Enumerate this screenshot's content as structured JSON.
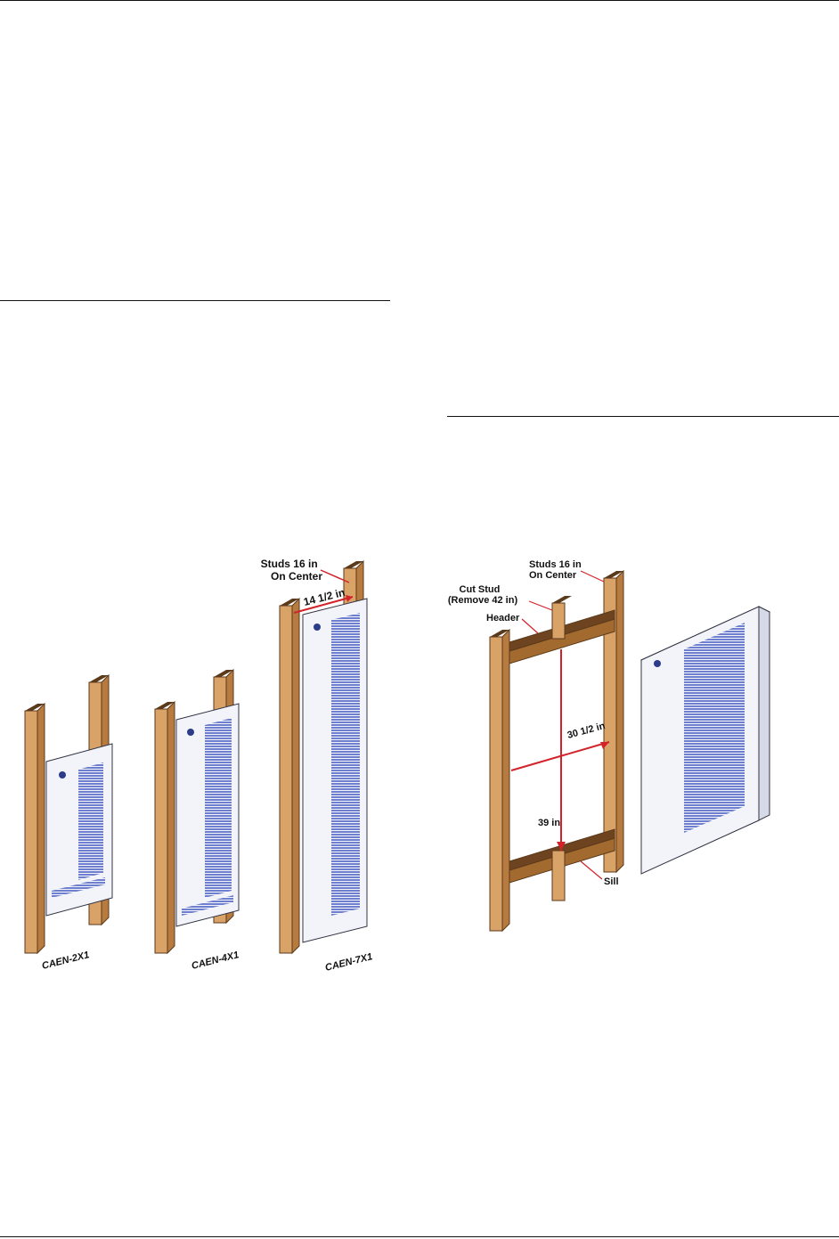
{
  "figure_left": {
    "callout": [
      "Studs 16 in",
      "On Center"
    ],
    "dimension": "14 1/2 in",
    "models": [
      "CAEN-2X1",
      "CAEN-4X1",
      "CAEN-7X1"
    ]
  },
  "figure_right": {
    "callout_studs": [
      "Studs 16 in",
      "On Center"
    ],
    "callout_cut": [
      "Cut Stud",
      "(Remove 42 in)"
    ],
    "header": "Header",
    "sill": "Sill",
    "width": "30 1/2 in",
    "height": "39 in"
  },
  "colors": {
    "wood_front": "#d9a368",
    "wood_side": "#b77b3f",
    "wood_dark": "#5a3a1b",
    "panel": "#f2f4fa",
    "vent": "#6e7fd0",
    "dimension_line": "#d2232a"
  }
}
